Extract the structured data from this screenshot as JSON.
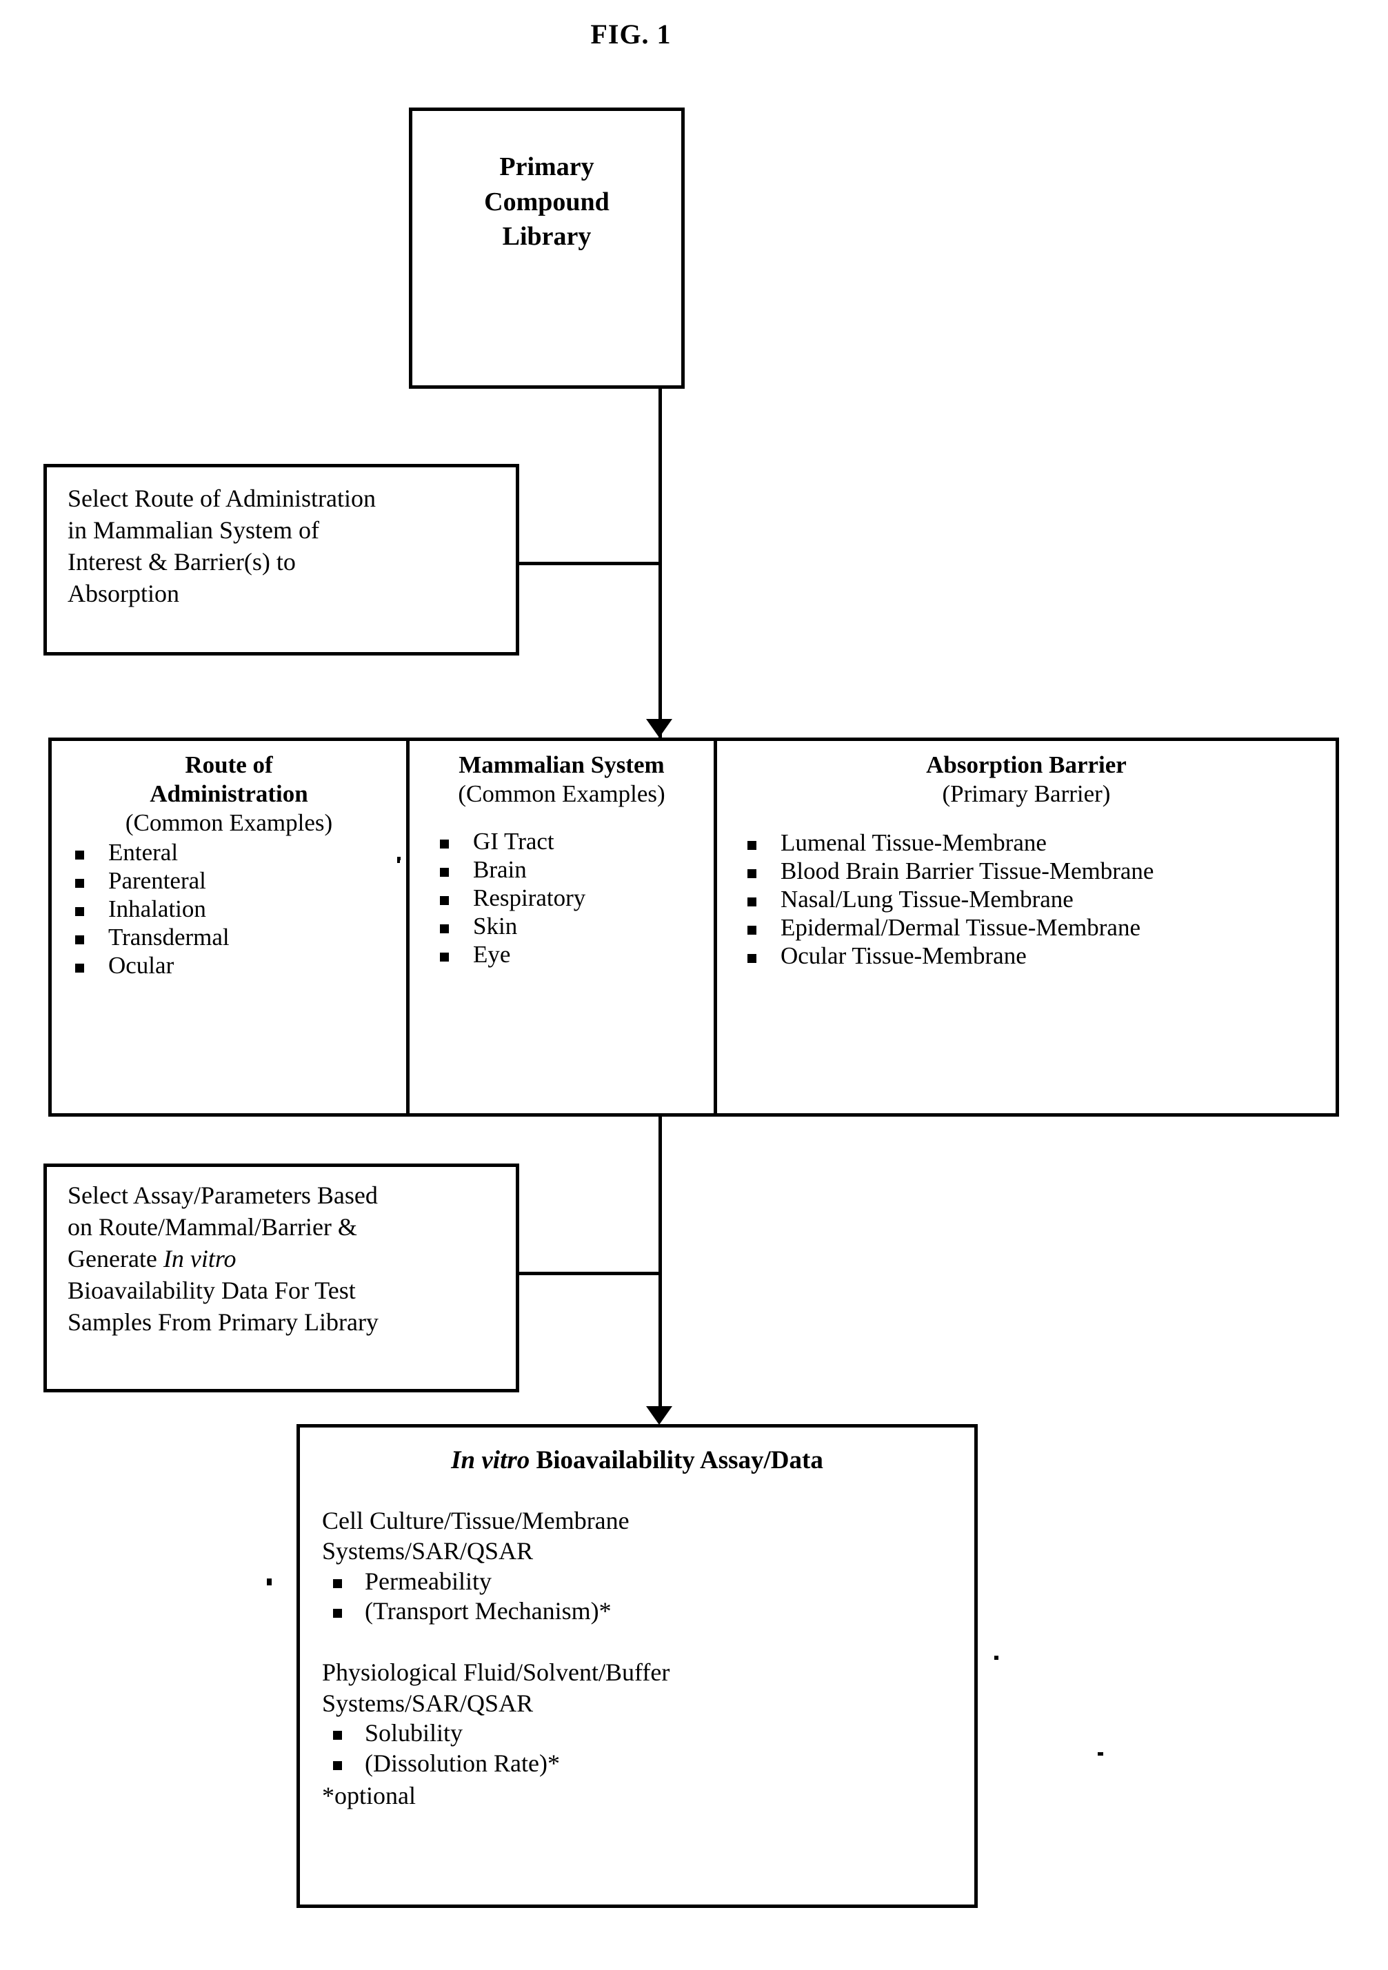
{
  "figure": {
    "label": "FIG. 1"
  },
  "boxes": {
    "primary_library": {
      "line1": "Primary",
      "line2": "Compound",
      "line3": "Library"
    },
    "select_route": {
      "line1": "Select Route of Administration",
      "line2": "in Mammalian System of",
      "line3": "Interest & Barrier(s) to",
      "line4": "Absorption"
    },
    "select_assay": {
      "line1": "Select Assay/Parameters Based",
      "line2": "on Route/Mammal/Barrier &",
      "line3_prefix": "Generate ",
      "line3_italic": "In vitro",
      "line4": "Bioavailability Data For Test",
      "line5": "Samples From Primary Library"
    },
    "assay_data": {
      "title_italic": "In vitro",
      "title_rest": " Bioavailability Assay/Data",
      "group1_line1": "Cell Culture/Tissue/Membrane",
      "group1_line2": "Systems/SAR/QSAR",
      "group1_bullets": [
        "Permeability",
        "(Transport Mechanism)*"
      ],
      "group2_line1": "Physiological Fluid/Solvent/Buffer",
      "group2_line2": "Systems/SAR/QSAR",
      "group2_bullets": [
        "Solubility",
        "(Dissolution Rate)*"
      ],
      "footnote": "*optional"
    }
  },
  "table": {
    "columns": [
      {
        "header_line1": "Route of",
        "header_line2": "Administration",
        "header_sub": "(Common Examples)",
        "items": [
          "Enteral",
          "Parenteral",
          "Inhalation",
          "Transdermal",
          "Ocular"
        ]
      },
      {
        "header_line1": "Mammalian System",
        "header_line2": "",
        "header_sub": "(Common Examples)",
        "items": [
          "GI Tract",
          "Brain",
          "Respiratory",
          "Skin",
          "Eye"
        ]
      },
      {
        "header_line1": "Absorption Barrier",
        "header_line2": "",
        "header_sub": "(Primary Barrier)",
        "items": [
          "Lumenal Tissue-Membrane",
          "Blood Brain Barrier Tissue-Membrane",
          "Nasal/Lung Tissue-Membrane",
          "Epidermal/Dermal Tissue-Membrane",
          "Ocular Tissue-Membrane"
        ]
      }
    ]
  },
  "colors": {
    "ink": "#000000",
    "paper": "#ffffff"
  }
}
